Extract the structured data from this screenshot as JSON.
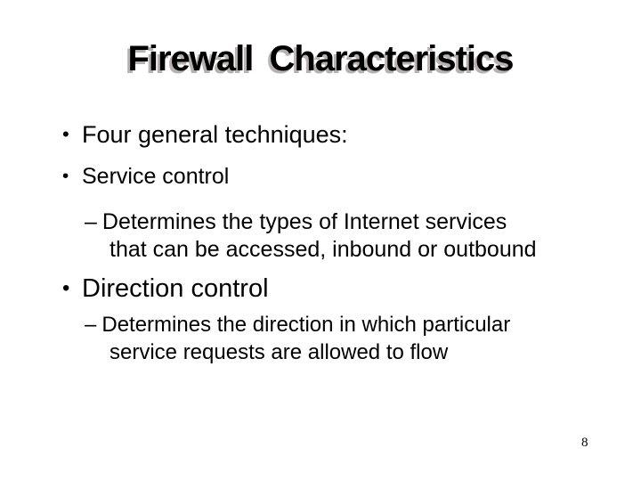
{
  "slide": {
    "title": "Firewall Characteristics",
    "page_number": "8",
    "bullet_char": "•",
    "dash_char": "–",
    "bullets": {
      "b1": "Four general techniques:",
      "b2": "Service control",
      "b3": "Direction control"
    },
    "sub1": {
      "line1": "Determines the types of Internet services",
      "line2": "that can be accessed, inbound or outbound"
    },
    "sub2": {
      "line1": "Determines the direction in which particular",
      "line2": "service requests are allowed to flow"
    },
    "colors": {
      "background": "#ffffff",
      "text": "#000000",
      "title_shadow": "#b9b1b1"
    }
  }
}
